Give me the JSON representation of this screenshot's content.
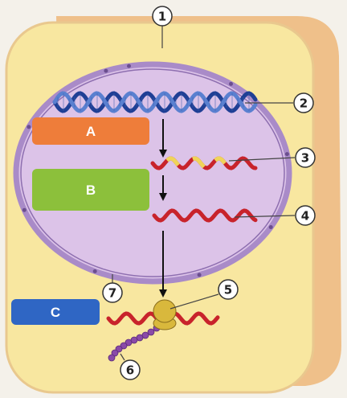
{
  "colors": {
    "cytoplasm": "#f8e7a0",
    "cell_border": "#e9c88e",
    "back_panel": "#efc08a",
    "nucleus_fill": "#dcc3e8",
    "nuclear_envelope": "#a98bc8",
    "dna_strand_a": "#1f3f95",
    "dna_strand_b": "#5a80d0",
    "rna_red": "#c8232b",
    "rna_yellow": "#efd45a",
    "protein_chain": "#8a4aa8",
    "ribosome": "#d9b83c",
    "arrow": "#111111",
    "callout_fill": "#ffffff",
    "callout_stroke": "#333333"
  },
  "boxes": [
    {
      "label": "A",
      "color": "#ee7d3a"
    },
    {
      "label": "B",
      "color": "#8cc03b"
    },
    {
      "label": "C",
      "color": "#2f66c4"
    }
  ],
  "callouts": [
    {
      "number": "1"
    },
    {
      "number": "2"
    },
    {
      "number": "3"
    },
    {
      "number": "4"
    },
    {
      "number": "5"
    },
    {
      "number": "6"
    },
    {
      "number": "7"
    }
  ]
}
